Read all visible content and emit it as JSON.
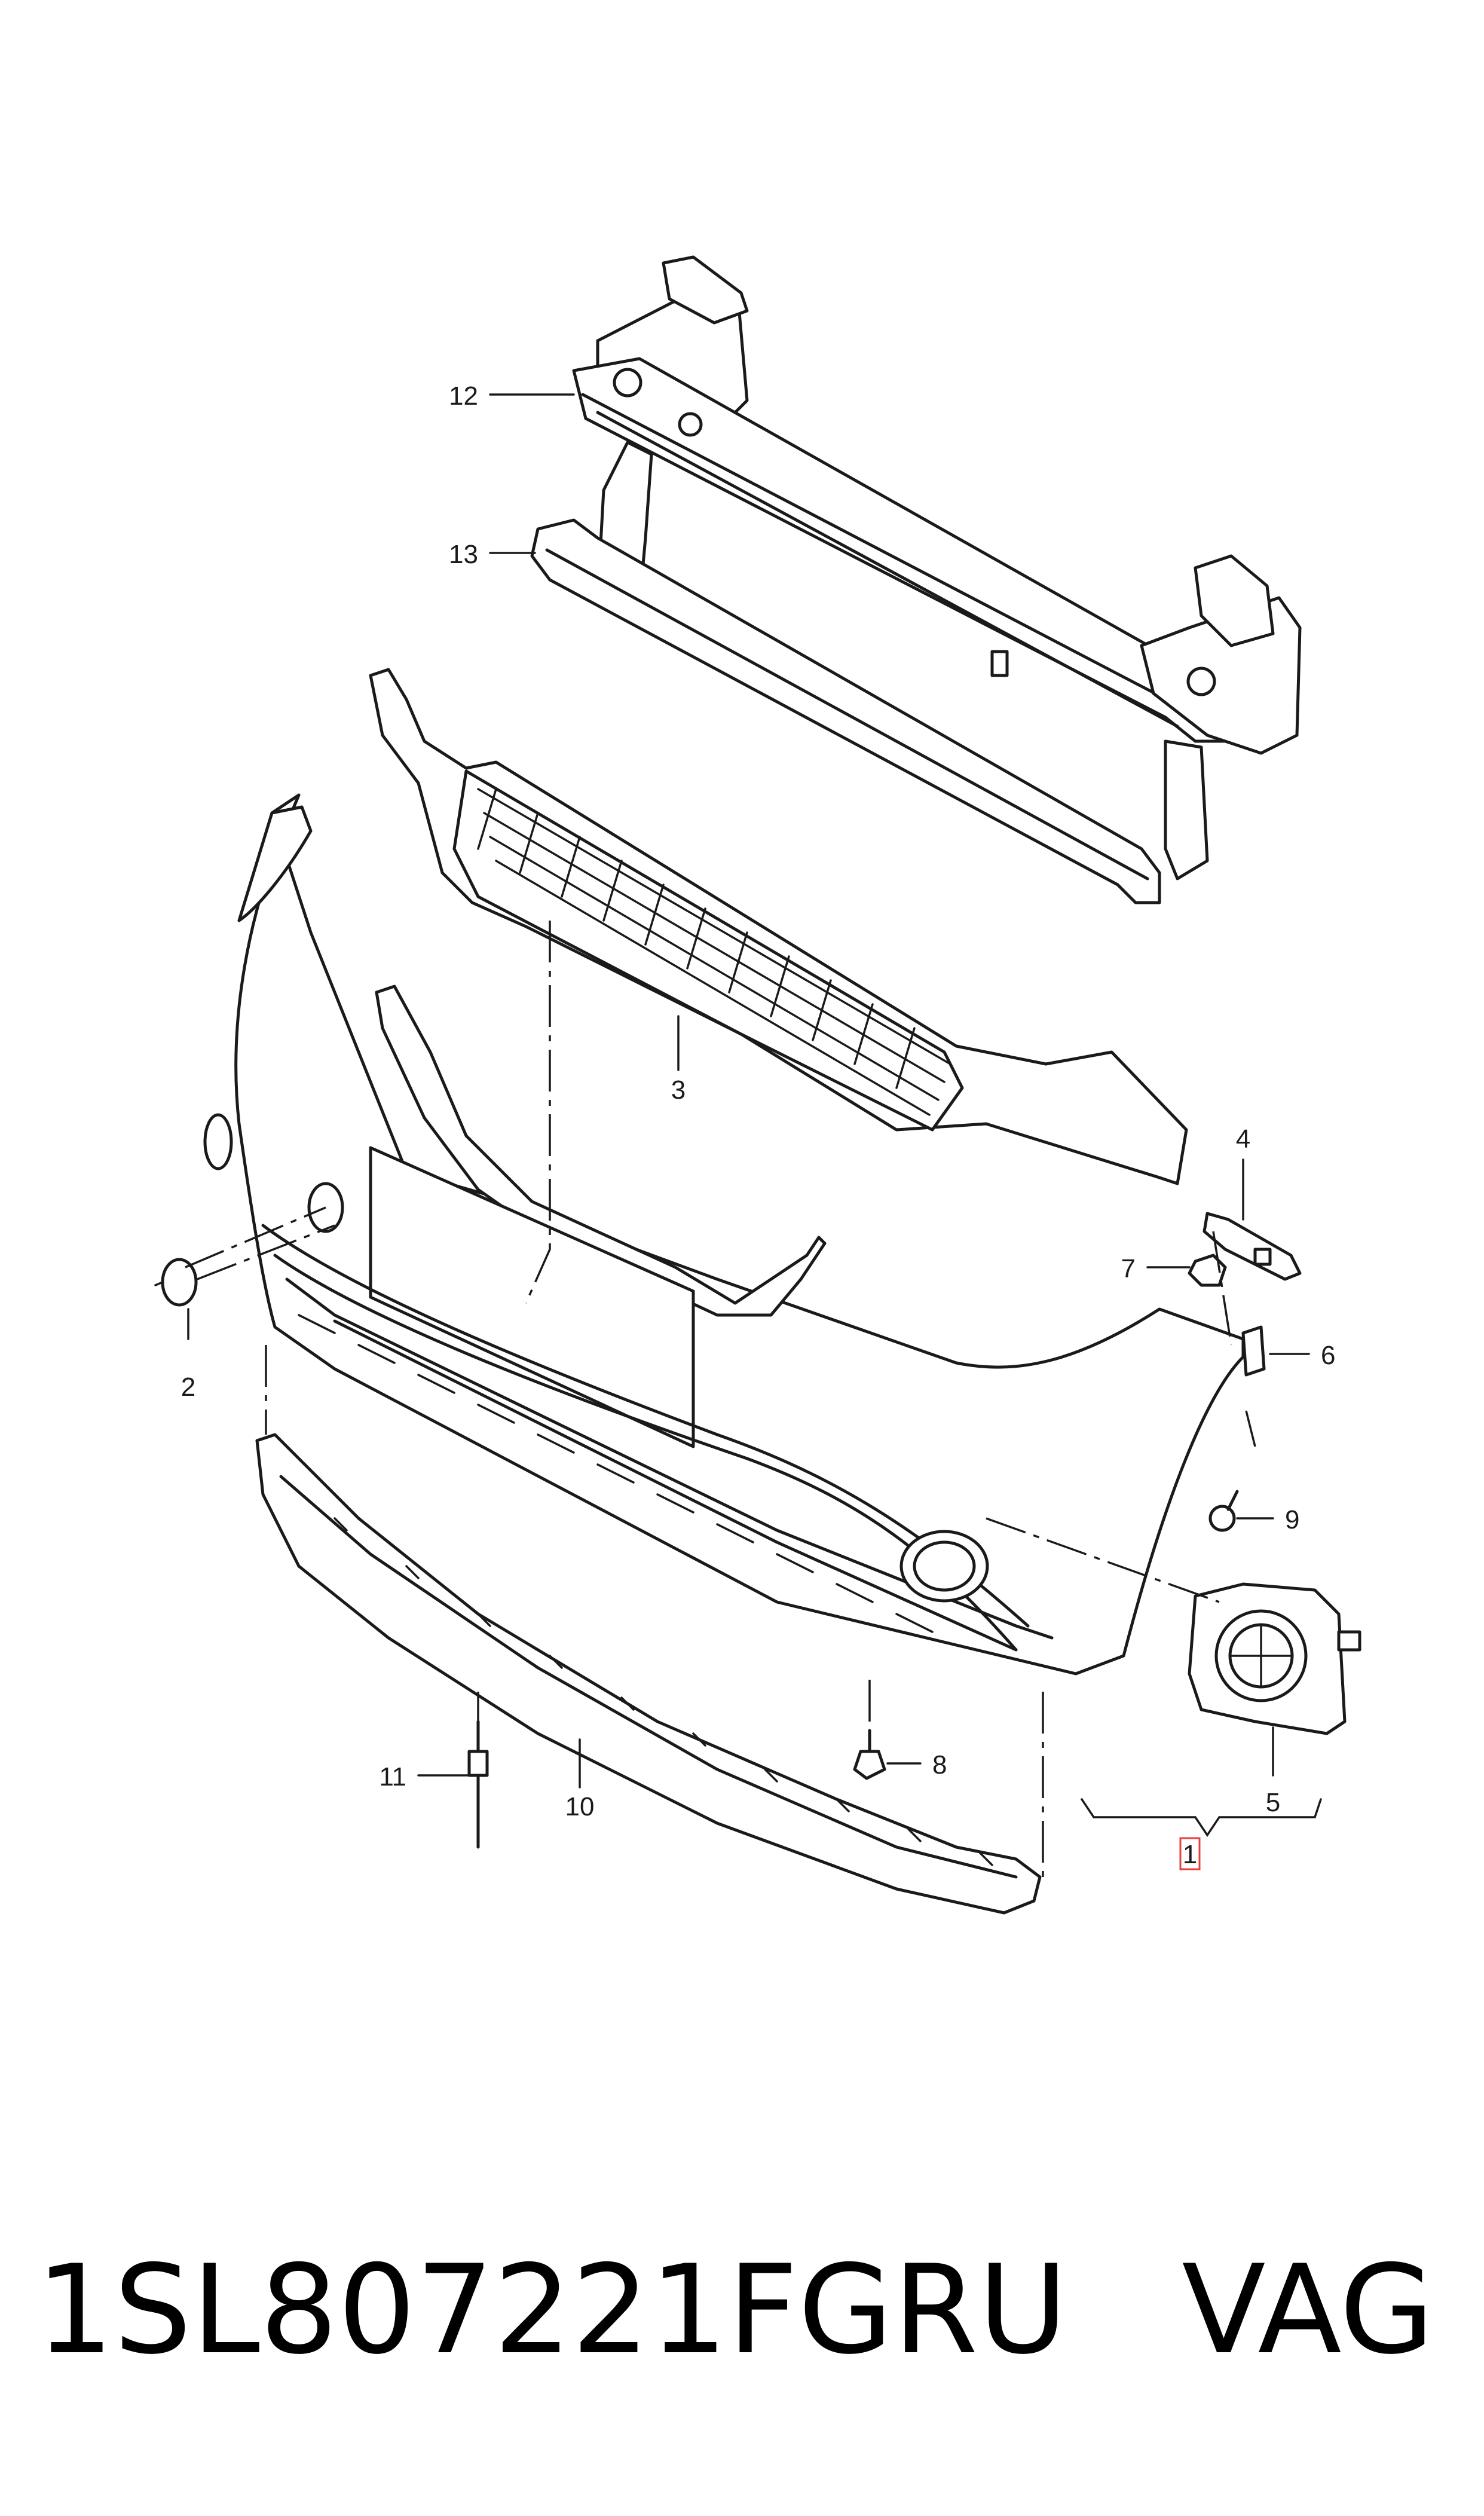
{
  "diagram": {
    "callouts": [
      {
        "id": "c1",
        "text": "1",
        "highlight_color": "#e8413c"
      },
      {
        "id": "c2",
        "text": "2"
      },
      {
        "id": "c3",
        "text": "3"
      },
      {
        "id": "c4",
        "text": "4"
      },
      {
        "id": "c5",
        "text": "5"
      },
      {
        "id": "c6",
        "text": "6"
      },
      {
        "id": "c7",
        "text": "7"
      },
      {
        "id": "c8",
        "text": "8"
      },
      {
        "id": "c9",
        "text": "9"
      },
      {
        "id": "c10",
        "text": "10"
      },
      {
        "id": "c11",
        "text": "11"
      },
      {
        "id": "c12",
        "text": "12"
      },
      {
        "id": "c13",
        "text": "13"
      }
    ]
  },
  "caption": {
    "part_number": "1SL807221FGRU",
    "brand": "VAG"
  }
}
